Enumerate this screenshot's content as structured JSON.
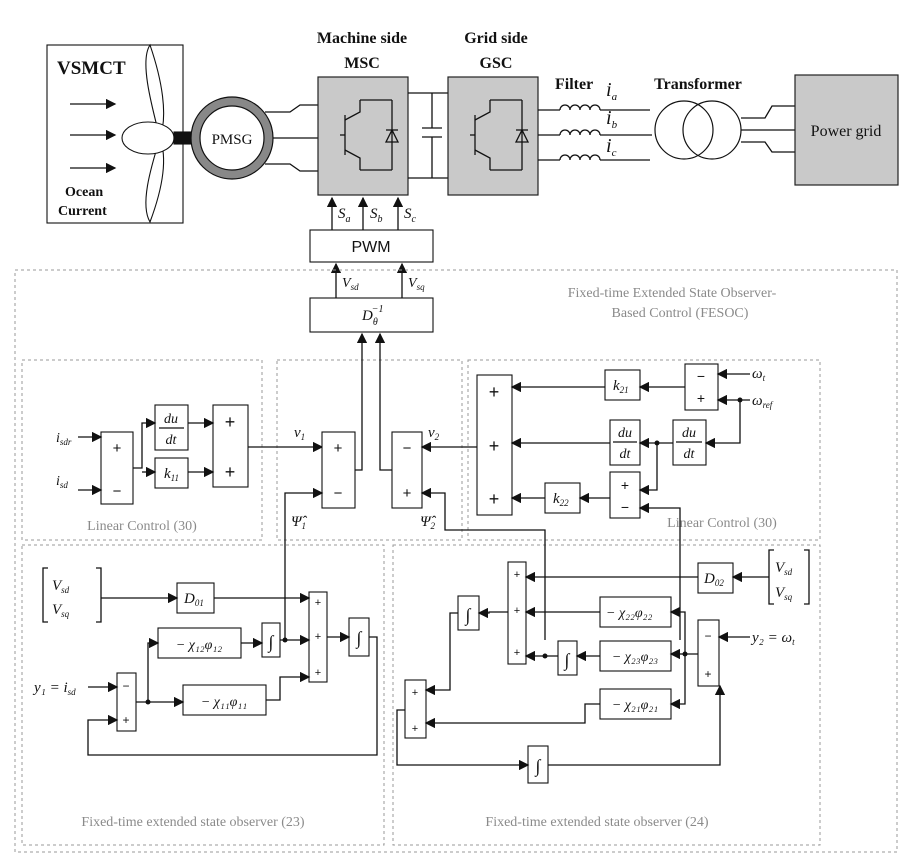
{
  "top": {
    "vsmct": "VSMCT",
    "ocean": "Ocean",
    "current": "Current",
    "pmsg": "PMSG",
    "machine_side": "Machine side",
    "msc": "MSC",
    "grid_side": "Grid side",
    "gsc": "GSC",
    "filter": "Filter",
    "transformer": "Transformer",
    "power_grid": "Power grid",
    "ia": "i",
    "ia_sub": "a",
    "ib": "i",
    "ib_sub": "b",
    "ic": "i",
    "ic_sub": "c",
    "sa": "S",
    "sa_sub": "a",
    "sb": "S",
    "sb_sub": "b",
    "sc": "S",
    "sc_sub": "c",
    "pwm": "PWM",
    "vsd": "V",
    "vsd_sub": "sd",
    "vsq": "V",
    "vsq_sub": "sq",
    "dinv": "D",
    "dinv_sub": "θ",
    "dinv_sup": "−1"
  },
  "fesoc": {
    "line1": "Fixed-time Extended State Observer-",
    "line2": "Based Control (FESOC)"
  },
  "left_linear": {
    "caption": "Linear Control (30)",
    "isdr": "i",
    "isdr_sub": "sdr",
    "isd": "i",
    "isd_sub": "sd",
    "plus": "+",
    "minus": "−",
    "du": "du",
    "dt": "dt",
    "k11": "k",
    "k11_sub": "11"
  },
  "middle": {
    "v1": "ν",
    "v1_sub": "1",
    "v2": "ν",
    "v2_sub": "2",
    "psi1": "Ψ̂",
    "psi1_sub": "1",
    "psi2": "Ψ̂",
    "psi2_sub": "2"
  },
  "right_linear": {
    "caption": "Linear Control (30)",
    "k21": "k",
    "k21_sub": "21",
    "k22": "k",
    "k22_sub": "22",
    "wt": "ω",
    "wt_sub": "t",
    "wref": "ω",
    "wref_sub": "ref",
    "du": "du",
    "dt": "dt"
  },
  "observer_left": {
    "caption": "Fixed-time extended state observer  (23)",
    "vsd": "V",
    "vsd_sub": "sd",
    "vsq": "V",
    "vsq_sub": "sq",
    "d01": "D",
    "d01_sub": "01",
    "chi12": "− χ₁₂φ₁₂",
    "chi11": "− χ₁₁φ₁₁",
    "y1": "y₁ = i",
    "y1_sub": "sd",
    "integral": "∫"
  },
  "observer_right": {
    "caption": "Fixed-time extended state observer  (24)",
    "vsd": "V",
    "vsd_sub": "sd",
    "vsq": "V",
    "vsq_sub": "sq",
    "d02": "D",
    "d02_sub": "02",
    "chi22": "χ₂₂φ₂₂",
    "chi23": "− χ₂₃φ₂₃",
    "chi21": "− χ₂₁φ₂₁",
    "y2": "y₂ = ω",
    "y2_sub": "t",
    "integral": "∫"
  },
  "colors": {
    "grey_fill": "#c9c9c9",
    "line": "#111111",
    "dashed": "#9a9a9a"
  }
}
